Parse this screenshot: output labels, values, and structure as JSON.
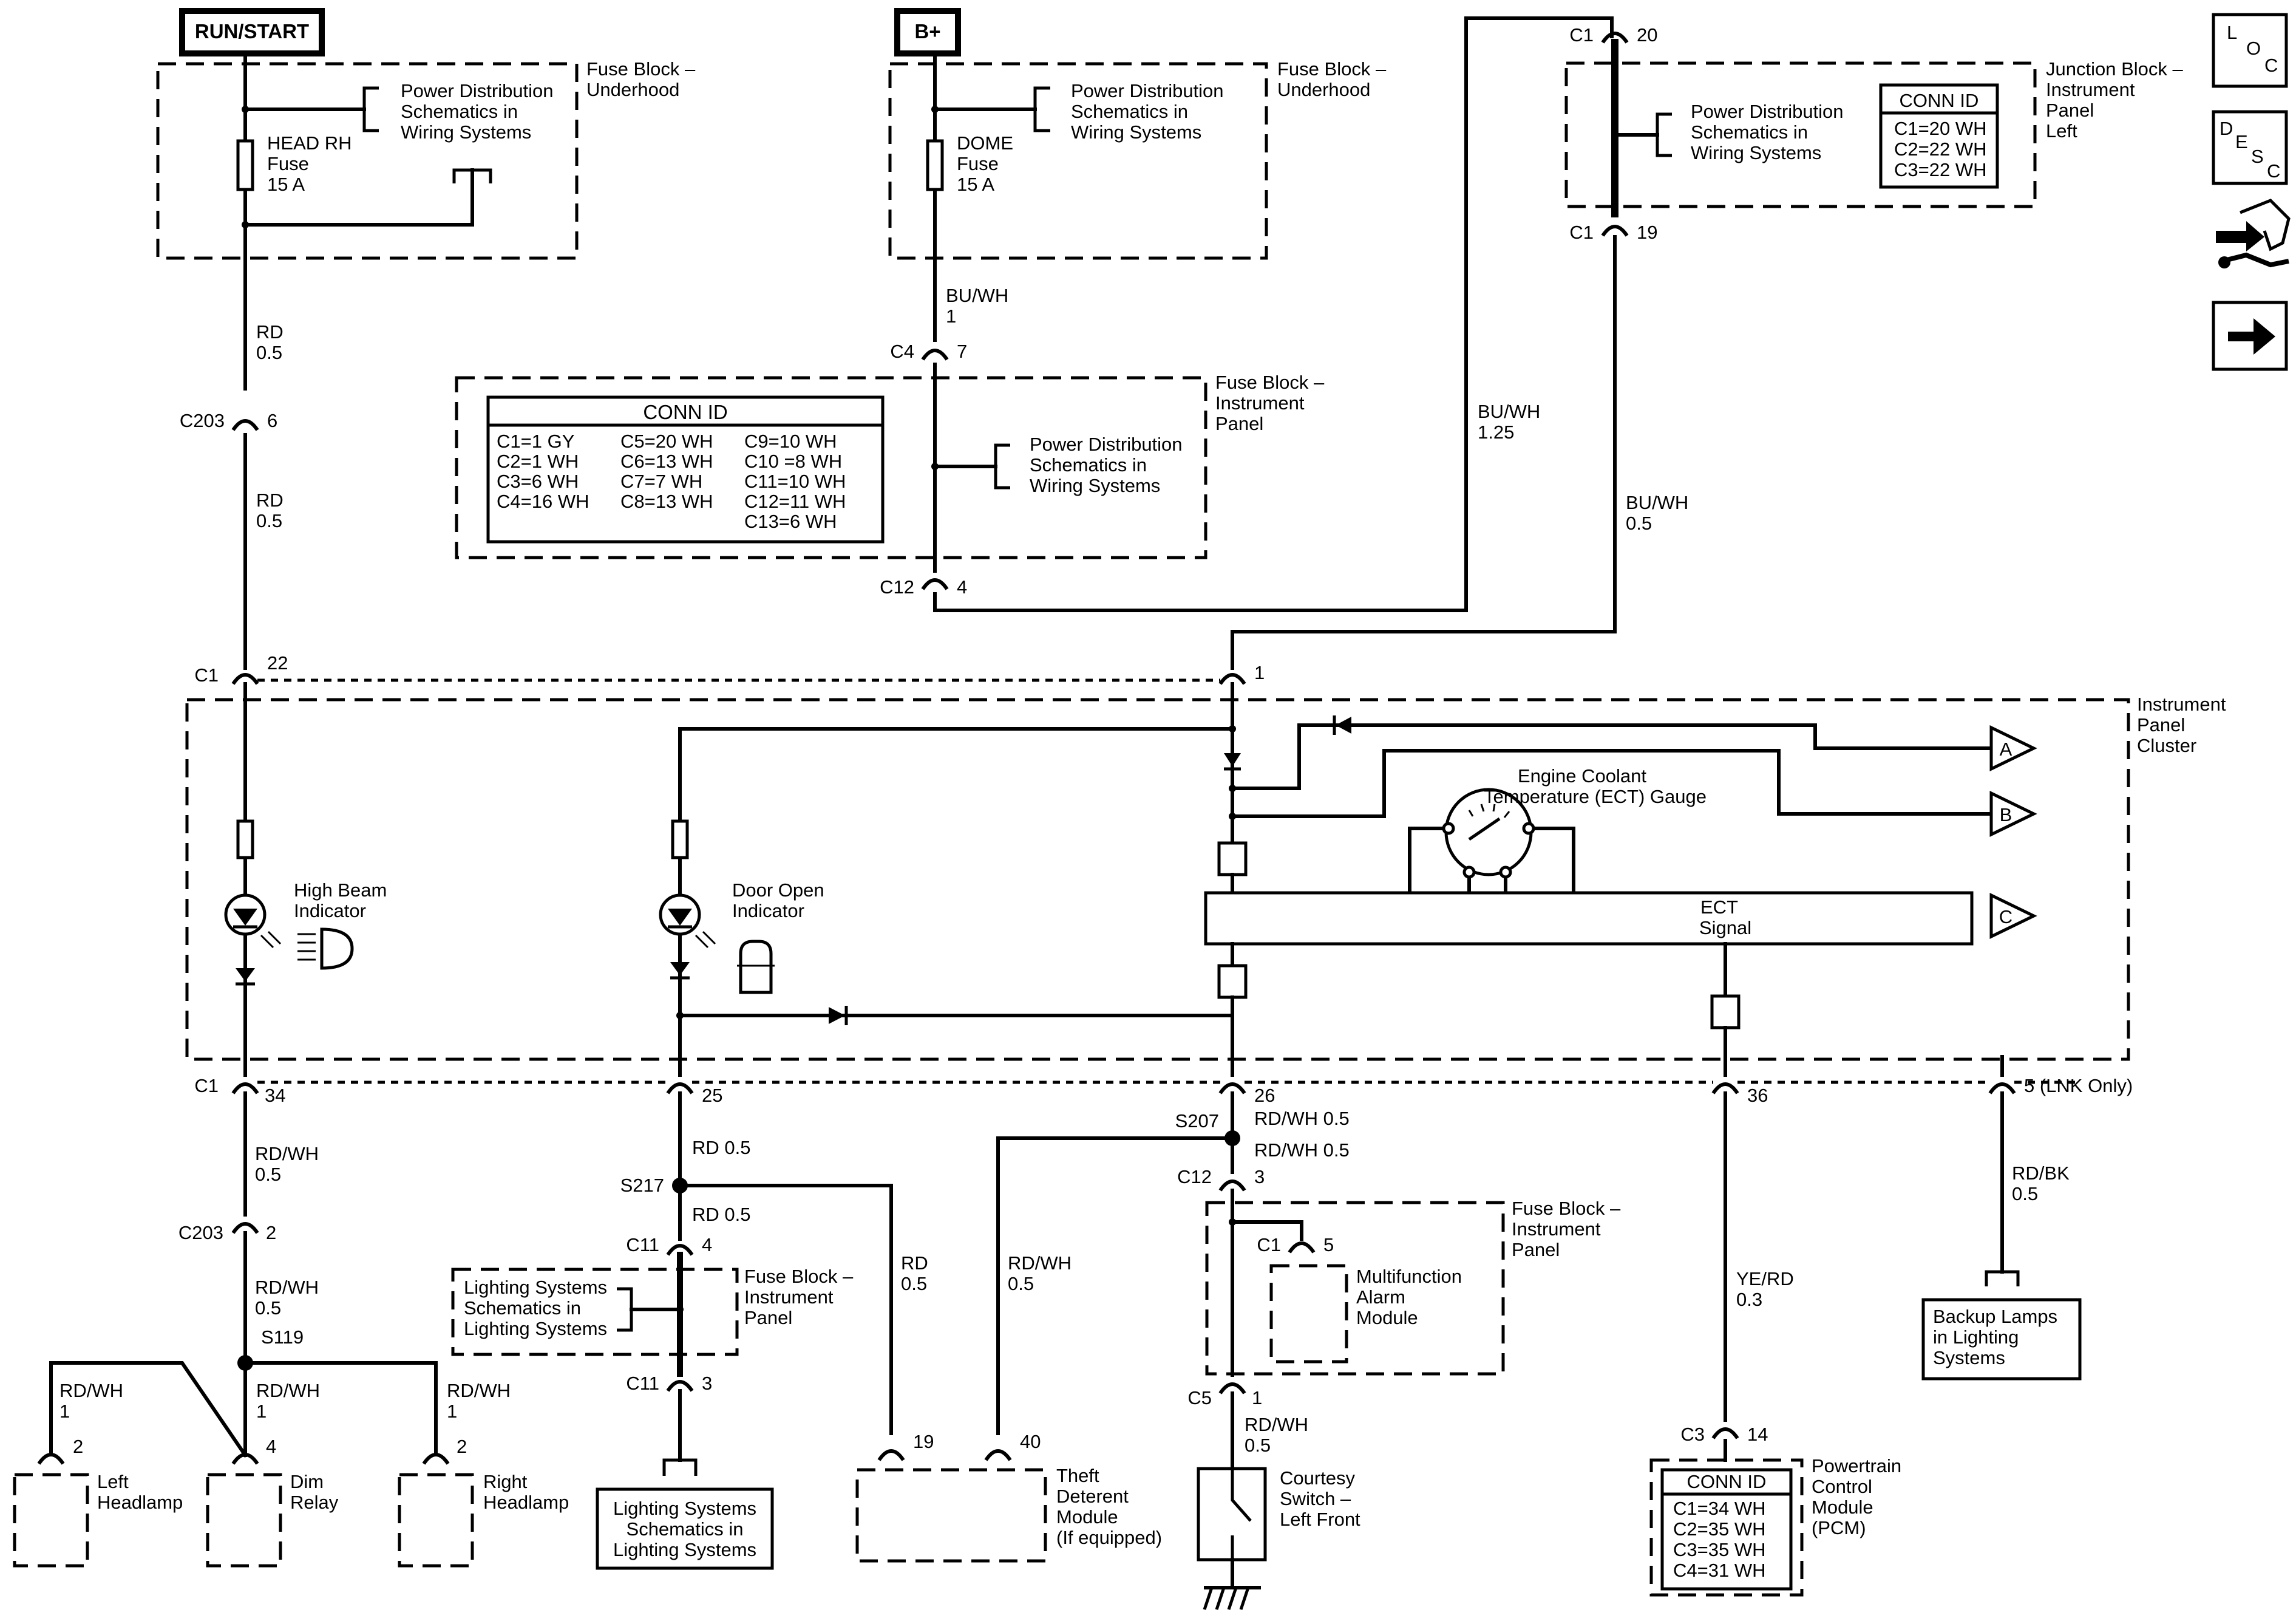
{
  "power": {
    "run_start": "RUN/START",
    "bplus": "B+"
  },
  "fuse_block_underhood": {
    "title_l1": "Fuse Block –",
    "title_l2": "Underhood"
  },
  "fuse_block_underhood_b": {
    "title_l1": "Fuse Block –",
    "title_l2": "Underhood"
  },
  "pds": {
    "l1": "Power Distribution",
    "l2": "Schematics in",
    "l3": "Wiring Systems"
  },
  "head_fuse": {
    "l1": "HEAD RH",
    "l2": "Fuse",
    "l3": "15 A"
  },
  "dome_fuse": {
    "l1": "DOME",
    "l2": "Fuse",
    "l3": "15 A"
  },
  "junction_block": {
    "l1": "Junction Block –",
    "l2": "Instrument",
    "l3": "Panel",
    "l4": "Left"
  },
  "jb_conn": {
    "title": "CONN ID",
    "r1": "C1=20 WH",
    "r2": "C2=22 WH",
    "r3": "C3=22 WH"
  },
  "fbip": {
    "l1": "Fuse Block –",
    "l2": "Instrument",
    "l3": "Panel"
  },
  "fbip_conn": {
    "title": "CONN ID",
    "col1": [
      "C1=1 GY",
      "C2=1 WH",
      "C3=6 WH",
      "C4=16 WH"
    ],
    "col2": [
      "C5=20 WH",
      "C6=13 WH",
      "C7=7 WH",
      "C8=13 WH"
    ],
    "col3": [
      "C9=10 WH",
      "C10 =8 WH",
      "C11=10 WH",
      "C12=11 WH",
      "C13=6 WH"
    ]
  },
  "wires": {
    "rd": "RD",
    "rd_05": "0.5",
    "rd_b": "RD",
    "rd_05_b": "0.5",
    "buwh": "BU/WH",
    "buwh_1": "1",
    "buwh_125": "BU/WH",
    "buwh_125_v": "1.25",
    "buwh_05": "BU/WH",
    "buwh_05_v": "0.5",
    "rdwh_34": "RD/WH",
    "rdwh_34_v": "0.5",
    "rd_25": "RD 0.5",
    "rdwh_26": "RD/WH 0.5",
    "rdwh_s207": "RD/WH 0.5",
    "rd_s217": "RD 0.5",
    "rdwh_c203": "RD/WH",
    "rdwh_c203_v": "0.5",
    "rdwh_s119": "RD/WH",
    "rdwh_s119_v": "1",
    "rdwh_left": "RD/WH",
    "rdwh_left_v": "1",
    "rdwh_right": "RD/WH",
    "rdwh_right_v": "1",
    "rd_theft": "RD",
    "rd_theft_v": "0.5",
    "rdwh_theft": "RD/WH",
    "rdwh_theft_v": "0.5",
    "rdwh_c5": "RD/WH",
    "rdwh_c5_v": "0.5",
    "yerd": "YE/RD",
    "yerd_v": "0.3",
    "rdbk": "RD/BK",
    "rdbk_v": "0.5"
  },
  "connectors": {
    "c203": "C203",
    "c203_pin": "6",
    "c1_top": "C1",
    "c1_top_pin": "22",
    "c1_r": "1",
    "c4": "C4",
    "c4_pin": "7",
    "c12_top": "C12",
    "c12_top_pin": "4",
    "jb_c1a": "C1",
    "jb_c1a_pin": "20",
    "jb_c1b": "C1",
    "jb_c1b_pin": "19",
    "c1_bot": "C1",
    "p34": "34",
    "p25": "25",
    "p26": "26",
    "p36": "36",
    "p5": "5 (LNK Only)",
    "c203_b": "C203",
    "c203_b_pin": "2",
    "s119": "S119",
    "s217": "S217",
    "s207": "S207",
    "c11a": "C11",
    "c11a_pin": "4",
    "c11b": "C11",
    "c11b_pin": "3",
    "c12b": "C12",
    "c12b_pin": "3",
    "c1_mam": "C1",
    "c1_mam_pin": "5",
    "c5": "C5",
    "c5_pin": "1",
    "c3": "C3",
    "c3_pin": "14",
    "lh_pin": "2",
    "dim_pin": "4",
    "rh_pin": "2",
    "theft19": "19",
    "theft40": "40"
  },
  "cluster": {
    "title_l1": "Instrument",
    "title_l2": "Panel",
    "title_l3": "Cluster",
    "high_beam_l1": "High Beam",
    "high_beam_l2": "Indicator",
    "door_open_l1": "Door Open",
    "door_open_l2": "Indicator",
    "ect_l1": "Engine Coolant",
    "ect_l2": "Temperature (ECT) Gauge",
    "ect_sig_l1": "ECT",
    "ect_sig_l2": "Signal",
    "a": "A",
    "b": "B",
    "c": "C"
  },
  "components": {
    "left_headlamp_l1": "Left",
    "left_headlamp_l2": "Headlamp",
    "dim_relay_l1": "Dim",
    "dim_relay_l2": "Relay",
    "right_headlamp_l1": "Right",
    "right_headlamp_l2": "Headlamp",
    "ls_l1": "Lighting Systems",
    "ls_l2": "Schematics in",
    "ls_l3": "Lighting Systems",
    "ls_b1": "Lighting Systems",
    "ls_b2": "Schematics in",
    "ls_b3": "Lighting Systems",
    "fb2_l1": "Fuse Block –",
    "fb2_l2": "Instrument",
    "fb2_l3": "Panel",
    "theft_l1": "Theft",
    "theft_l2": "Deterent",
    "theft_l3": "Module",
    "theft_l4": "(If equipped)",
    "fb3_l1": "Fuse Block –",
    "fb3_l2": "Instrument",
    "fb3_l3": "Panel",
    "mam_l1": "Multifunction",
    "mam_l2": "Alarm",
    "mam_l3": "Module",
    "courtesy_l1": "Courtesy",
    "courtesy_l2": "Switch –",
    "courtesy_l3": "Left Front",
    "pcm_l1": "Powertrain",
    "pcm_l2": "Control",
    "pcm_l3": "Module",
    "pcm_l4": "(PCM)",
    "backup_l1": "Backup Lamps",
    "backup_l2": "in Lighting",
    "backup_l3": "Systems"
  },
  "pcm_conn": {
    "title": "CONN ID",
    "r1": "C1=34 WH",
    "r2": "C2=35 WH",
    "r3": "C3=35 WH",
    "r4": "C4=31 WH"
  },
  "nav": {
    "loc_l": "L",
    "loc_o": "O",
    "loc_c": "C",
    "desc_d": "D",
    "desc_e": "E",
    "desc_s": "S",
    "desc_c": "C"
  }
}
